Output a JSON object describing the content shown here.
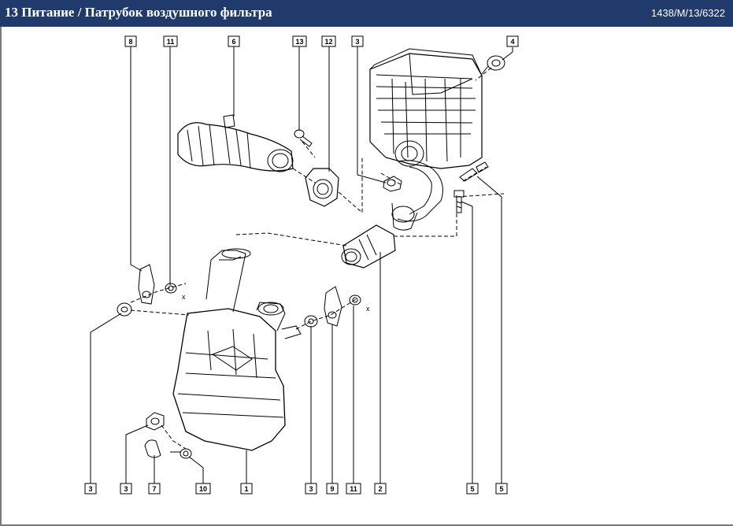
{
  "header": {
    "title": "13 Питание / Патрубок воздушного фильтра",
    "reference": "1438/M/13/6322"
  },
  "callouts": [
    {
      "id": "c8a",
      "label": "8"
    },
    {
      "id": "c11a",
      "label": "11"
    },
    {
      "id": "c6",
      "label": "6"
    },
    {
      "id": "c13",
      "label": "13"
    },
    {
      "id": "c12",
      "label": "12"
    },
    {
      "id": "c3a",
      "label": "3"
    },
    {
      "id": "c4",
      "label": "4"
    },
    {
      "id": "c3b",
      "label": "3"
    },
    {
      "id": "c3c",
      "label": "3"
    },
    {
      "id": "c7",
      "label": "7"
    },
    {
      "id": "c10",
      "label": "10"
    },
    {
      "id": "c1",
      "label": "1"
    },
    {
      "id": "c3d",
      "label": "3"
    },
    {
      "id": "c9",
      "label": "9"
    },
    {
      "id": "c11b",
      "label": "11"
    },
    {
      "id": "c2",
      "label": "2"
    },
    {
      "id": "c5a",
      "label": "5"
    },
    {
      "id": "c5b",
      "label": "5"
    }
  ],
  "marks": {
    "x_left": "x",
    "x_right": "x"
  },
  "colors": {
    "title_bg": "#1f3a6b",
    "line": "#000000"
  }
}
